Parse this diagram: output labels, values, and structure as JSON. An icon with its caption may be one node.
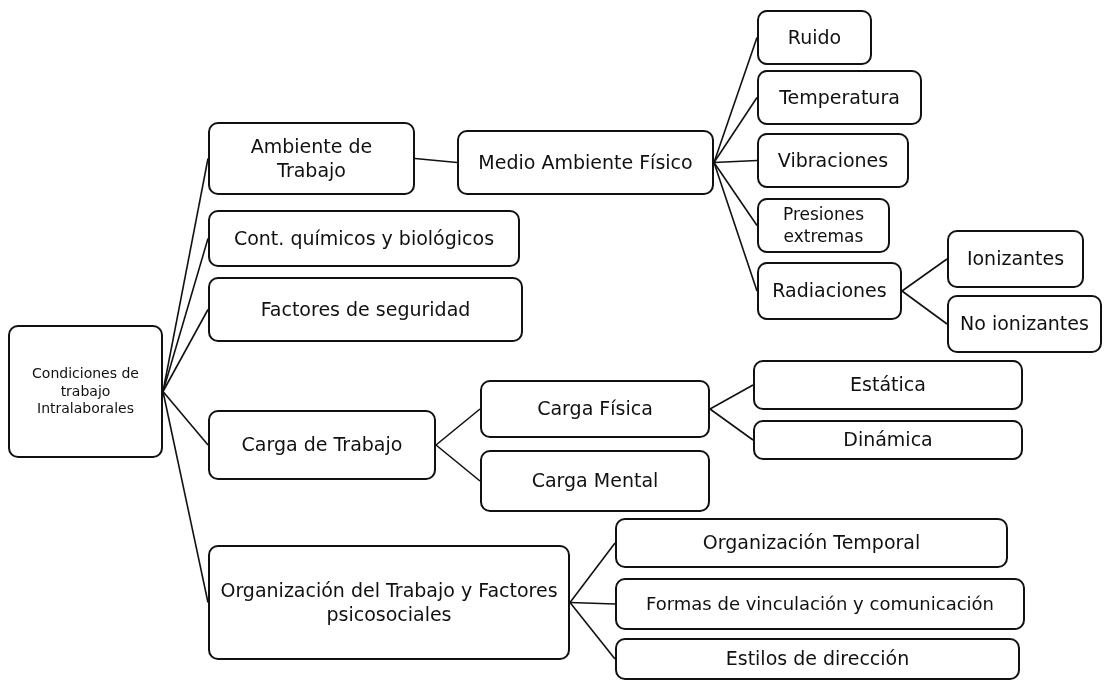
{
  "diagram": {
    "nodes": [
      {
        "text": [
          "Condiciones de trabajo Intralaborales"
        ]
      },
      {
        "text": [
          "Ambiente de Trabajo"
        ]
      },
      {
        "text": [
          "Medio Ambiente Físico"
        ]
      },
      {
        "text": [
          "Ruido"
        ]
      },
      {
        "text": [
          "Temperatura"
        ]
      },
      {
        "text": [
          "Vibraciones"
        ]
      },
      {
        "text": [
          "Presiones extremas"
        ]
      },
      {
        "text": [
          "Radiaciones"
        ]
      },
      {
        "text": [
          "Ionizantes"
        ]
      },
      {
        "text": [
          "No ionizantes"
        ]
      },
      {
        "text": [
          "Cont. químicos y biológicos"
        ]
      },
      {
        "text": [
          "Factores de seguridad"
        ]
      },
      {
        "text": [
          "Carga de Trabajo"
        ]
      },
      {
        "text": [
          "Carga Física"
        ]
      },
      {
        "text": [
          "Carga Mental"
        ]
      },
      {
        "text": [
          "Estática"
        ]
      },
      {
        "text": [
          "Dinámica"
        ]
      },
      {
        "text": [
          "Organización del Trabajo y Factores psicosociales"
        ]
      },
      {
        "text": [
          "Organización Temporal"
        ]
      },
      {
        "text": [
          "Formas de vinculación y comunicación"
        ]
      },
      {
        "text": [
          "Estilos de dirección"
        ]
      }
    ],
    "edges": [
      {
        "from": 0,
        "to": 1,
        "arrow": "none"
      },
      {
        "from": 0,
        "to": 10,
        "arrow": "none"
      },
      {
        "from": 0,
        "to": 11,
        "arrow": "none"
      },
      {
        "from": 0,
        "to": 12,
        "arrow": "none"
      },
      {
        "from": 0,
        "to": 17,
        "arrow": "none"
      },
      {
        "from": 1,
        "to": 2,
        "arrow": "none"
      },
      {
        "from": 2,
        "to": 3,
        "arrow": "none"
      },
      {
        "from": 2,
        "to": 4,
        "arrow": "none"
      },
      {
        "from": 2,
        "to": 5,
        "arrow": "none"
      },
      {
        "from": 2,
        "to": 6,
        "arrow": "none"
      },
      {
        "from": 2,
        "to": 7,
        "arrow": "none"
      },
      {
        "from": 7,
        "to": 8,
        "arrow": "none"
      },
      {
        "from": 7,
        "to": 9,
        "arrow": "none"
      },
      {
        "from": 12,
        "to": 13,
        "arrow": "none"
      },
      {
        "from": 12,
        "to": 14,
        "arrow": "none"
      },
      {
        "from": 13,
        "to": 15,
        "arrow": "none"
      },
      {
        "from": 13,
        "to": 16,
        "arrow": "none"
      },
      {
        "from": 17,
        "to": 18,
        "arrow": "none"
      },
      {
        "from": 17,
        "to": 19,
        "arrow": "none"
      },
      {
        "from": 17,
        "to": 20,
        "arrow": "none"
      }
    ]
  }
}
